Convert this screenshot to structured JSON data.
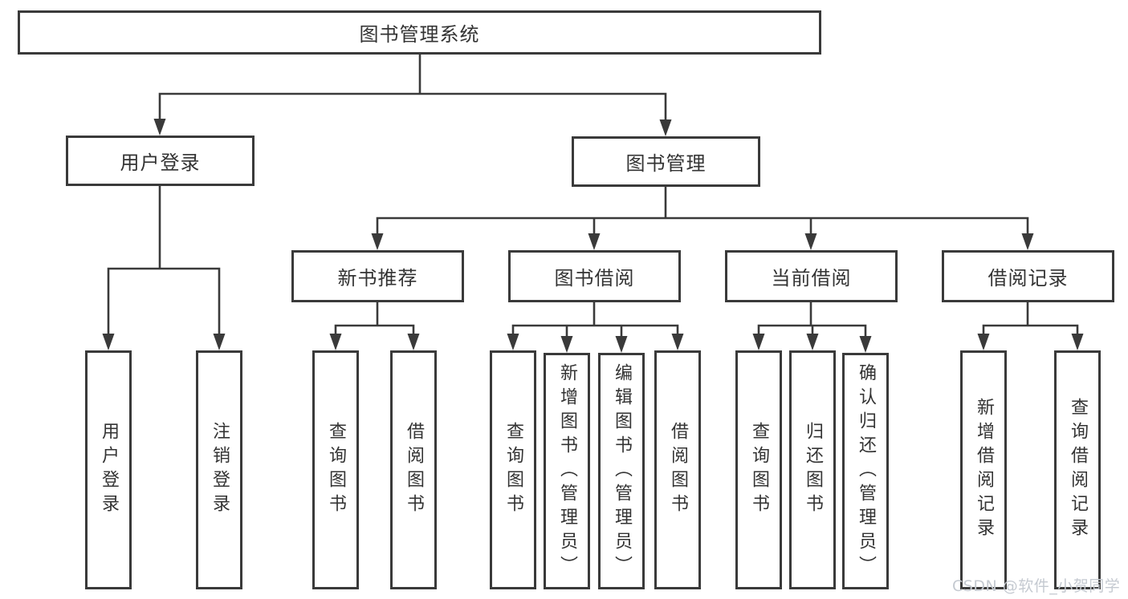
{
  "tree": {
    "label": "图书管理系统",
    "children": [
      {
        "label": "用户登录",
        "children": [
          {
            "label": "用户登录"
          },
          {
            "label": "注销登录"
          }
        ]
      },
      {
        "label": "图书管理",
        "children": [
          {
            "label": "新书推荐",
            "children": [
              {
                "label": "查询图书"
              },
              {
                "label": "借阅图书"
              }
            ]
          },
          {
            "label": "图书借阅",
            "children": [
              {
                "label": "查询图书"
              },
              {
                "label": "新增图书（管理员）"
              },
              {
                "label": "编辑图书（管理员）"
              },
              {
                "label": "借阅图书"
              }
            ]
          },
          {
            "label": "当前借阅",
            "children": [
              {
                "label": "查询图书"
              },
              {
                "label": "归还图书"
              },
              {
                "label": "确认归还（管理员）"
              }
            ]
          },
          {
            "label": "借阅记录",
            "children": [
              {
                "label": "新增借阅记录"
              },
              {
                "label": "查询借阅记录"
              }
            ]
          }
        ]
      }
    ]
  },
  "watermark": {
    "text": "CSDN @软件_小贺同学"
  },
  "colors": {
    "line": "#3a3a3a",
    "box_border": "#3a3a3a",
    "text": "#333333",
    "watermark": "#c5cad1",
    "background": "#ffffff"
  }
}
